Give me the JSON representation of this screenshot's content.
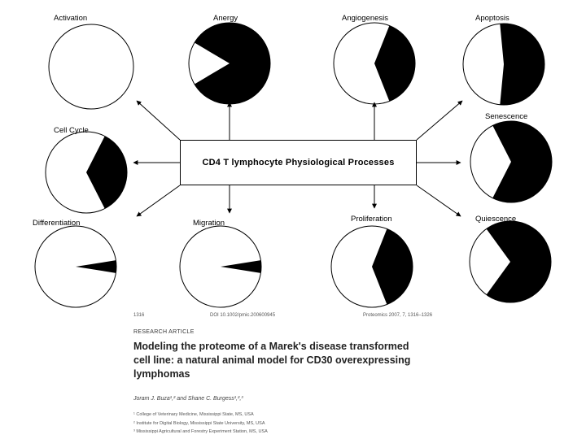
{
  "center_label": "CD4 T lymphocyte Physiological Processes",
  "pies": [
    {
      "label": "Activation",
      "fraction": 0.0
    },
    {
      "label": "Anergy",
      "fraction": 0.83
    },
    {
      "label": "Angiogenesis",
      "fraction": 0.38
    },
    {
      "label": "Apoptosis",
      "fraction": 0.53
    },
    {
      "label": "Cell Cycle",
      "fraction": 0.35
    },
    {
      "label": "Senescence",
      "fraction": 0.65
    },
    {
      "label": "Differentiation",
      "fraction": 0.05
    },
    {
      "label": "Migration",
      "fraction": 0.05
    },
    {
      "label": "Proliferation",
      "fraction": 0.38
    },
    {
      "label": "Quiescence",
      "fraction": 0.7
    }
  ],
  "paper": {
    "page_number": "1316",
    "doi": "DOI 10.1002/pmic.200600945",
    "journal": "Proteomics 2007, 7, 1316–1326",
    "article_type": "RESEARCH ARTICLE",
    "title": "Modeling the proteome of a Marek's disease transformed cell line: a natural animal model for CD30 overexpressing lymphomas",
    "authors": "Joram J. Buza¹,² and Shane C. Burgess¹,²,³",
    "affiliations": [
      "¹ College of Veterinary Medicine, Mississippi State, MS, USA",
      "² Institute for Digital Biology, Mississippi State University, MS, USA",
      "³ Mississippi Agricultural and Forestry Experiment Station, MS, USA"
    ]
  }
}
